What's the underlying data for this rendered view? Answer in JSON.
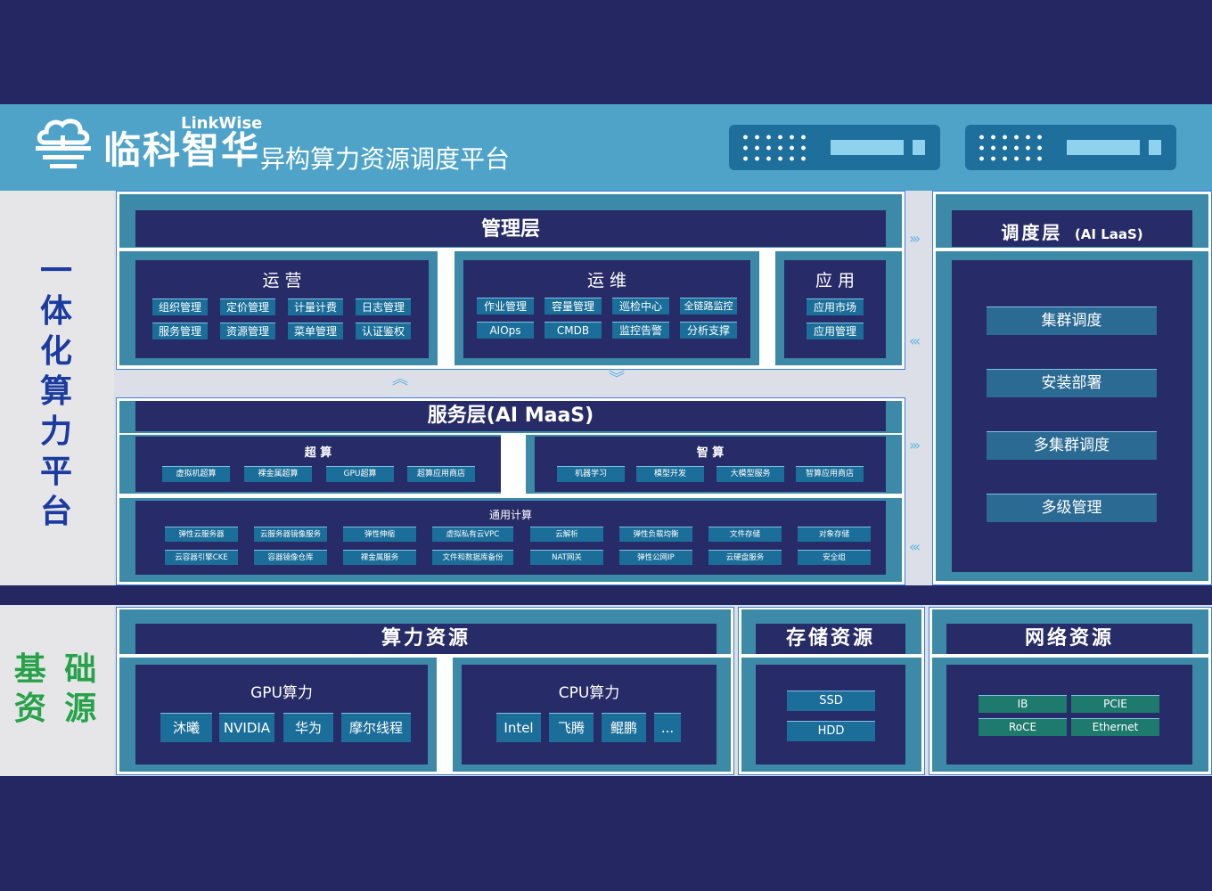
{
  "header": {
    "brand_en": "LinkWise",
    "brand_cn": "临科智华",
    "platform_title": "异构算力资源调度平台"
  },
  "side_left_top": [
    "一",
    "体",
    "化",
    "算",
    "力",
    "平",
    "台"
  ],
  "side_left_bottom": [
    "基 础",
    "资 源"
  ],
  "management": {
    "title": "管理层",
    "ops": {
      "title": "运 营",
      "items": [
        "组织管理",
        "定价管理",
        "计量计费",
        "日志管理",
        "服务管理",
        "资源管理",
        "菜单管理",
        "认证鉴权"
      ]
    },
    "maint": {
      "title": "运 维",
      "items": [
        "作业管理",
        "容量管理",
        "巡检中心",
        "全链路监控",
        "AIOps",
        "CMDB",
        "监控告警",
        "分析支撑"
      ]
    },
    "app": {
      "title": "应 用",
      "items": [
        "应用市场",
        "应用管理"
      ]
    }
  },
  "scheduling": {
    "title": "调度层",
    "subtitle": "(AI LaaS)",
    "items": [
      "集群调度",
      "安装部署",
      "多集群调度",
      "多级管理"
    ]
  },
  "service": {
    "title": "服务层(AI MaaS)",
    "supercomp": {
      "title": "超 算",
      "items": [
        "虚拟机超算",
        "裸金属超算",
        "GPU超算",
        "超算应用商店"
      ]
    },
    "intellicomp": {
      "title": "智 算",
      "items": [
        "机器学习",
        "模型开发",
        "大模型服务",
        "智算应用商店"
      ]
    },
    "general": {
      "title": "通用计算",
      "items": [
        "弹性云服务器",
        "云服务器镜像服务",
        "弹性伸缩",
        "虚拟私有云VPC",
        "云解析",
        "弹性负载均衡",
        "文件存储",
        "对象存储",
        "云容器引擎CKE",
        "容器镜像仓库",
        "裸金属服务",
        "文件和数据库备份",
        "NAT网关",
        "弹性公网IP",
        "云硬盘服务",
        "安全组"
      ]
    }
  },
  "compute": {
    "title": "算力资源",
    "gpu": {
      "title": "GPU算力",
      "items": [
        "沐曦",
        "NVIDIA",
        "华为",
        "摩尔线程"
      ]
    },
    "cpu": {
      "title": "CPU算力",
      "items": [
        "Intel",
        "飞腾",
        "鲲鹏",
        "..."
      ]
    }
  },
  "storage": {
    "title": "存储资源",
    "items": [
      "SSD",
      "HDD"
    ]
  },
  "network": {
    "title": "网络资源",
    "items": [
      "IB",
      "PCIE",
      "RoCE",
      "Ethernet"
    ]
  },
  "icons": [
    "cloud-logo-icon",
    "server-icon",
    "arrow-right-icon",
    "arrow-left-icon",
    "chevron-up-icon",
    "chevron-down-icon"
  ],
  "colors": {
    "header": "#4fa3c8",
    "background": "#242762",
    "panel": "#272b67",
    "chip": "#1b6e99",
    "accent_green": "#27a24a",
    "accent_blue": "#1b3ba0"
  }
}
